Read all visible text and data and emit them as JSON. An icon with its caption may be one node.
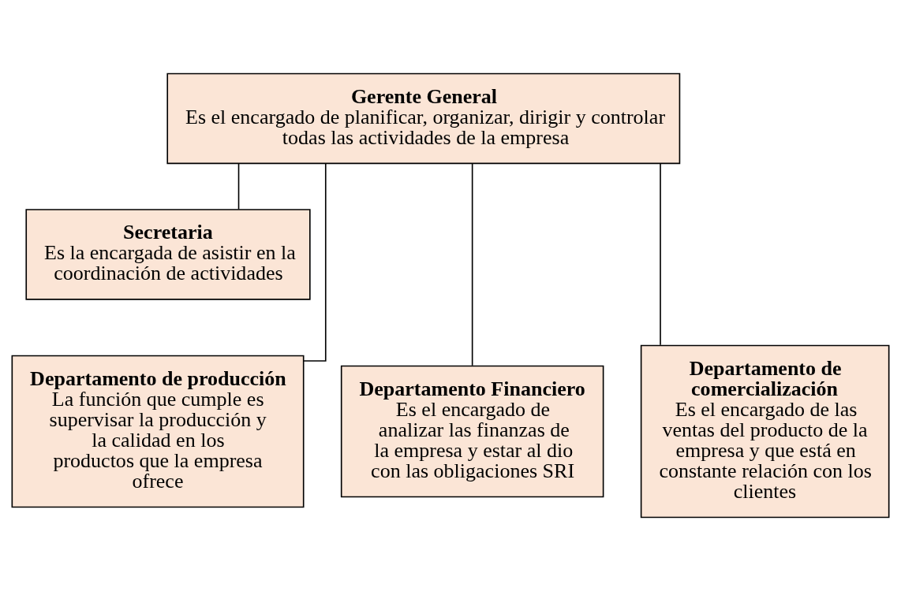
{
  "diagram": {
    "nodes": [
      {
        "text": [
          "Gerente General",
          "Es el encargado de planificar, organizar, dirigir y controlar todas las actividades de la empresa"
        ]
      },
      {
        "text": [
          "Secretaria",
          "Es la encargada de asistir en la coordinación de actividades"
        ]
      },
      {
        "text": [
          "Departamento Financiero",
          "Es el encargado de analizar las finanzas de la empresa y estar al dio con las obligaciones SRI"
        ]
      },
      {
        "text": [
          "Departamento de producción",
          "La función que cumple es supervisar la producción y la calidad en los productos que la empresa ofrece"
        ]
      },
      {
        "text": [
          "Departamento de comercialización",
          "Es el encargado de las ventas del producto de la empresa y que está en constante relación con los clientes"
        ]
      }
    ],
    "edges": [
      {
        "from": 0,
        "to": 1,
        "arrow": "none"
      },
      {
        "from": 0,
        "to": 2,
        "arrow": "none"
      },
      {
        "from": 0,
        "to": 3,
        "arrow": "none"
      },
      {
        "from": 0,
        "to": 4,
        "arrow": "none"
      }
    ]
  }
}
